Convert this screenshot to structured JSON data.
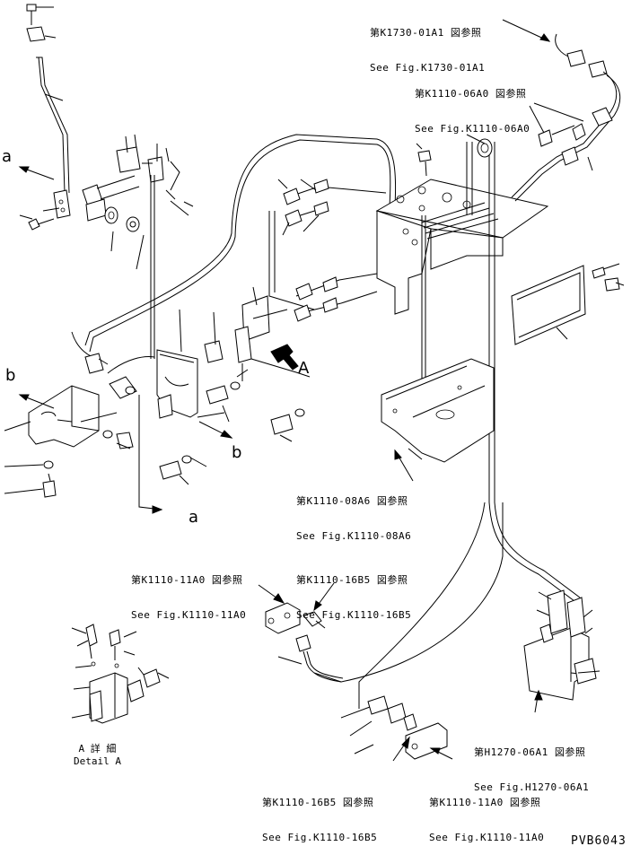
{
  "references": {
    "k1730_01a1": {
      "jp": "第K1730-01A1 図参照",
      "en": "See Fig.K1730-01A1"
    },
    "k1110_06a0": {
      "jp": "第K1110-06A0 図参照",
      "en": "See Fig.K1110-06A0"
    },
    "k1110_08a6": {
      "jp": "第K1110-08A6 図参照",
      "en": "See Fig.K1110-08A6"
    },
    "k1110_11a0_top": {
      "jp": "第K1110-11A0 図参照",
      "en": "See Fig.K1110-11A0"
    },
    "k1110_16b5_top": {
      "jp": "第K1110-16B5 図参照",
      "en": "See Fig.K1110-16B5"
    },
    "h1270_06a1": {
      "jp": "第H1270-06A1 図参照",
      "en": "See Fig.H1270-06A1"
    },
    "k1110_16b5_bottom": {
      "jp": "第K1110-16B5 図参照",
      "en": "See Fig.K1110-16B5"
    },
    "k1110_11a0_bottom": {
      "jp": "第K1110-11A0 図参照",
      "en": "See Fig.K1110-11A0"
    }
  },
  "markers": {
    "a_top": "a",
    "a_bottom": "a",
    "b_left": "b",
    "b_right": "b",
    "view_a": "A"
  },
  "detail": {
    "jp": "A 詳 細",
    "en": "Detail A"
  },
  "drawing_code": "PVB6043",
  "colors": {
    "line": "#000000",
    "background": "#ffffff"
  }
}
